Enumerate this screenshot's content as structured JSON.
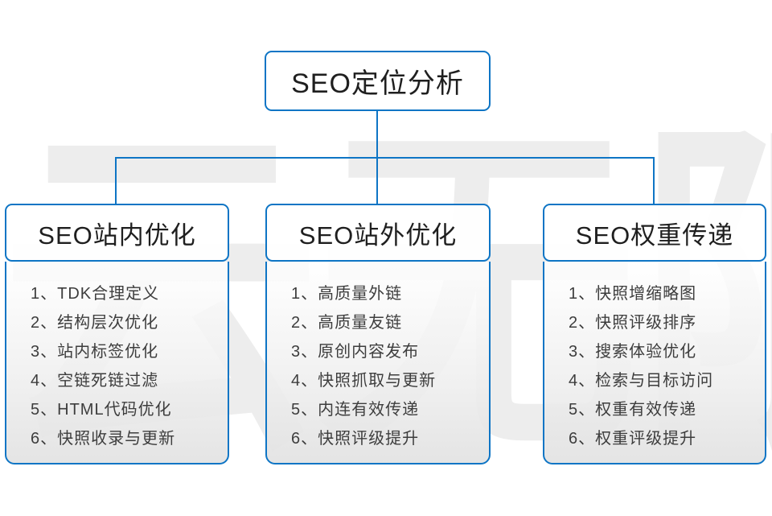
{
  "root_node": {
    "title": "SEO定位分析"
  },
  "columns": [
    {
      "id": "seo-onsite",
      "title": "SEO站内优化",
      "items": [
        "1、TDK合理定义",
        "2、结构层次优化",
        "3、站内标签优化",
        "4、空链死链过滤",
        "5、HTML代码优化",
        "6、快照收录与更新"
      ]
    },
    {
      "id": "seo-offsite",
      "title": "SEO站外优化",
      "items": [
        "1、高质量外链",
        "2、高质量友链",
        "3、原创内容发布",
        "4、快照抓取与更新",
        "5、内连有效传递",
        "6、快照评级提升"
      ]
    },
    {
      "id": "seo-weight",
      "title": "SEO权重传递",
      "items": [
        "1、快照增缩略图",
        "2、快照评级排序",
        "3、搜索体验优化",
        "4、检索与目标访问",
        "5、权重有效传递",
        "6、权重评级提升"
      ]
    }
  ],
  "watermark": "云无限",
  "colors": {
    "accent": "#0e75c5",
    "text": "#3d3d3d",
    "heading": "#1f1f1f"
  }
}
